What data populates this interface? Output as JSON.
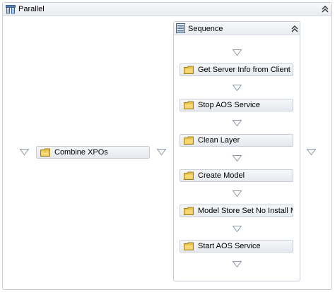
{
  "parallel": {
    "title": "Parallel",
    "icon": "parallel-icon",
    "collapse_icon": "chevron-up-double-icon"
  },
  "left_activity": {
    "label": "Combine XPOs",
    "icon": "folder-icon"
  },
  "sequence": {
    "title": "Sequence",
    "icon": "sequence-icon",
    "collapse_icon": "chevron-up-double-icon",
    "activities": [
      {
        "label": "Get Server Info from Client",
        "icon": "folder-icon"
      },
      {
        "label": "Stop AOS Service",
        "icon": "folder-icon"
      },
      {
        "label": "Clean Layer",
        "icon": "folder-icon"
      },
      {
        "label": "Create Model",
        "icon": "folder-icon"
      },
      {
        "label": "Model Store Set No Install Mode",
        "icon": "folder-icon"
      },
      {
        "label": "Start AOS Service",
        "icon": "folder-icon"
      }
    ]
  },
  "drop_icon": "drop-target-triangle-icon",
  "colors": {
    "border": "#c6cdd6",
    "folder": "#e8c04a",
    "triangle": "#8a97a8"
  }
}
